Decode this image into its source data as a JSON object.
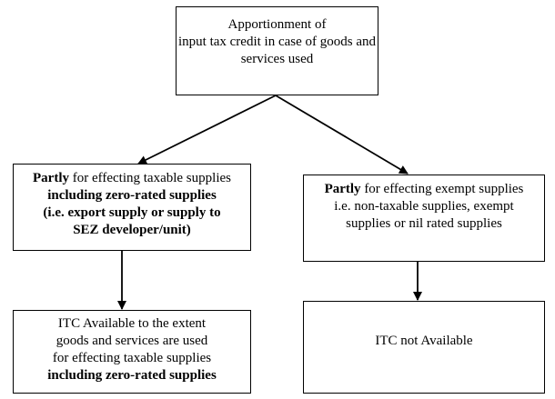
{
  "root": {
    "lines": [
      "Apportionment of",
      "input tax credit in case of goods and",
      "services used"
    ]
  },
  "left_branch": {
    "line1_bold": "Partly",
    "line1_rest": " for effecting taxable supplies",
    "line2": "including zero-rated supplies",
    "line3": "(i.e. export supply or supply to",
    "line4": "SEZ developer/unit)"
  },
  "right_branch": {
    "line1_bold": "Partly",
    "line1_rest": " for effecting exempt supplies",
    "line2": "i.e. non-taxable supplies, exempt",
    "line3": "supplies or nil rated supplies"
  },
  "left_result": {
    "line1": "ITC Available to the extent",
    "line2": "goods and services are used",
    "line3": "for effecting taxable supplies",
    "line4": "including zero-rated supplies"
  },
  "right_result": {
    "line1": "ITC not Available"
  }
}
